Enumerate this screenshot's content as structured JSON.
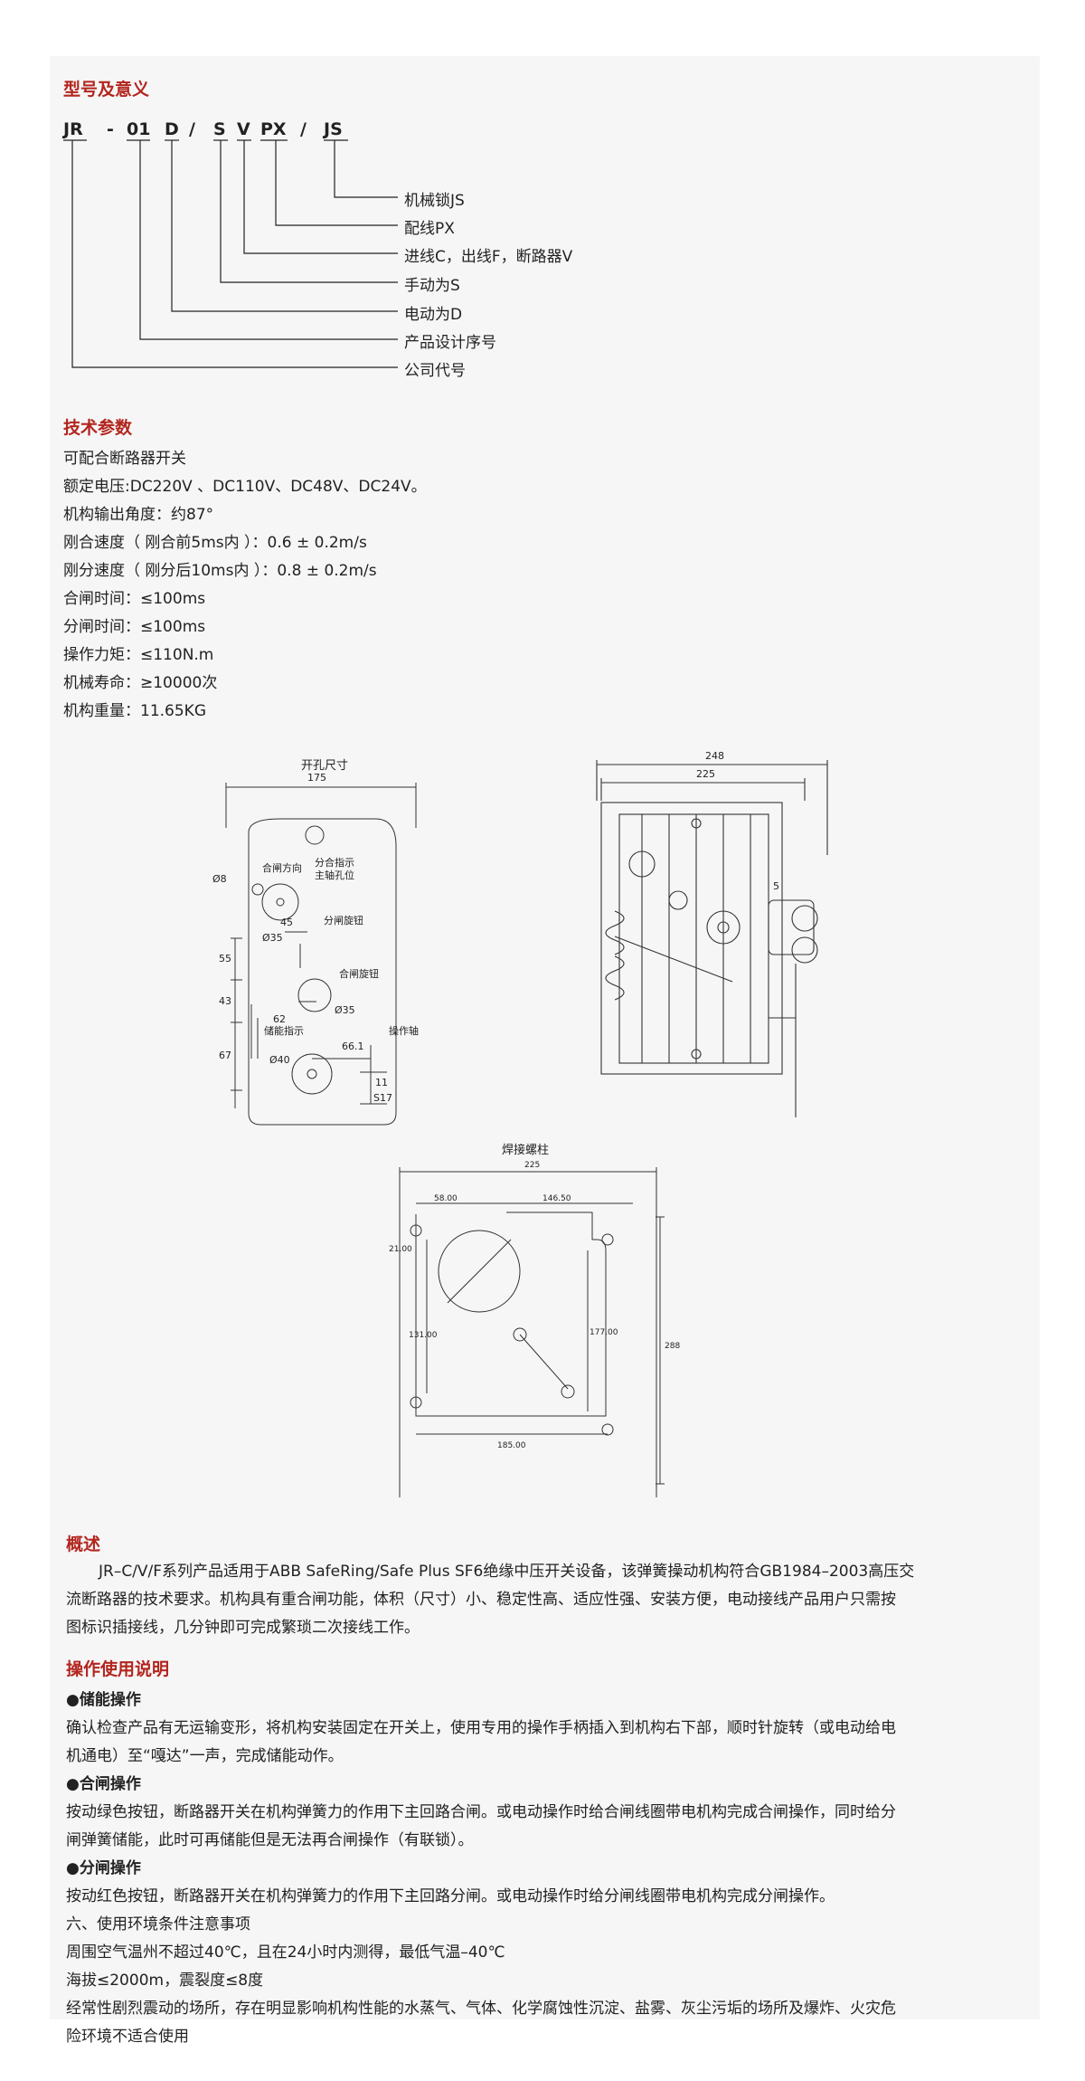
{
  "section_model": {
    "heading": "型号及意义",
    "code_parts": [
      "JR",
      "-",
      "01",
      "D",
      "/",
      "S",
      "V",
      "PX",
      "/",
      "JS"
    ],
    "labels": [
      "机械锁JS",
      "配线PX",
      "进线C，出线F，断路器V",
      "手动为S",
      "电动为D",
      "产品设计序号",
      "公司代号"
    ]
  },
  "section_params": {
    "heading": "技术参数",
    "lines": [
      "可配合断路器开关",
      "额定电压:DC220V 、DC110V、DC48V、DC24V。",
      "机构输出角度：约87°",
      "刚合速度（ 刚合前5ms内 ）：0.6 ± 0.2m/s",
      "刚分速度（ 刚分后10ms内 ）：0.8 ± 0.2m/s",
      "合闸时间：≤100ms",
      "分闸时间：≤100ms",
      "操作力矩：≤110N.m",
      "机械寿命：≥10000次",
      "机构重量：11.65KG"
    ]
  },
  "diagram_cutout": {
    "title": "开孔尺寸",
    "dim_width": "175",
    "labels": [
      "合闸方向",
      "分合指示",
      "主轴孔位",
      "分闸旋钮",
      "合闸旋钮",
      "储能指示",
      "操作轴"
    ],
    "dims": [
      "Ø8",
      "45",
      "Ø35",
      "Ø35",
      "Ø40",
      "62",
      "66.1",
      "11",
      "S17",
      "55",
      "43",
      "67"
    ]
  },
  "diagram_side": {
    "dims": [
      "248",
      "225",
      "5"
    ]
  },
  "diagram_weld": {
    "title": "焊接螺柱",
    "dims": [
      "225",
      "58.00",
      "146.50",
      "21.00",
      "131.00",
      "177.00",
      "185.00",
      "288"
    ]
  },
  "section_overview": {
    "heading": "概述",
    "lines": [
      "JR–C/V/F系列产品适用于ABB SafeRing/Safe Plus SF6绝缘中压开关设备，该弹簧操动机构符合GB1984–2003高压交",
      "流断路器的技术要求。机构具有重合闸功能，体积（尺寸）小、稳定性高、适应性强、安装方便，电动接线产品用户只需按",
      "图标识插接线，几分钟即可完成繁琐二次接线工作。"
    ]
  },
  "section_ops": {
    "heading": "操作使用说明",
    "lines": [
      "●储能操作",
      "确认检查产品有无运输变形，将机构安装固定在开关上，使用专用的操作手柄插入到机构右下部，顺时针旋转（或电动给电",
      "机通电）至“嘎达”一声，完成储能动作。",
      "●合闸操作",
      "按动绿色按钮，断路器开关在机构弹簧力的作用下主回路合闸。或电动操作时给合闸线圈带电机构完成合闸操作，同时给分",
      "闸弹簧储能，此时可再储能但是无法再合闸操作（有联锁）。",
      "●分闸操作",
      "按动红色按钮，断路器开关在机构弹簧力的作用下主回路分闸。或电动操作时给分闸线圈带电机构完成分闸操作。",
      "六、使用环境条件注意事项",
      "周围空气温州不超过40℃，且在24小时内测得，最低气温–40℃",
      "海拔≤2000m，震裂度≤8度",
      "经常性剧烈震动的场所，存在明显影响机构性能的水蒸气、气体、化学腐蚀性沉淀、盐雾、灰尘污垢的场所及爆炸、火灾危",
      "险环境不适合使用"
    ]
  }
}
